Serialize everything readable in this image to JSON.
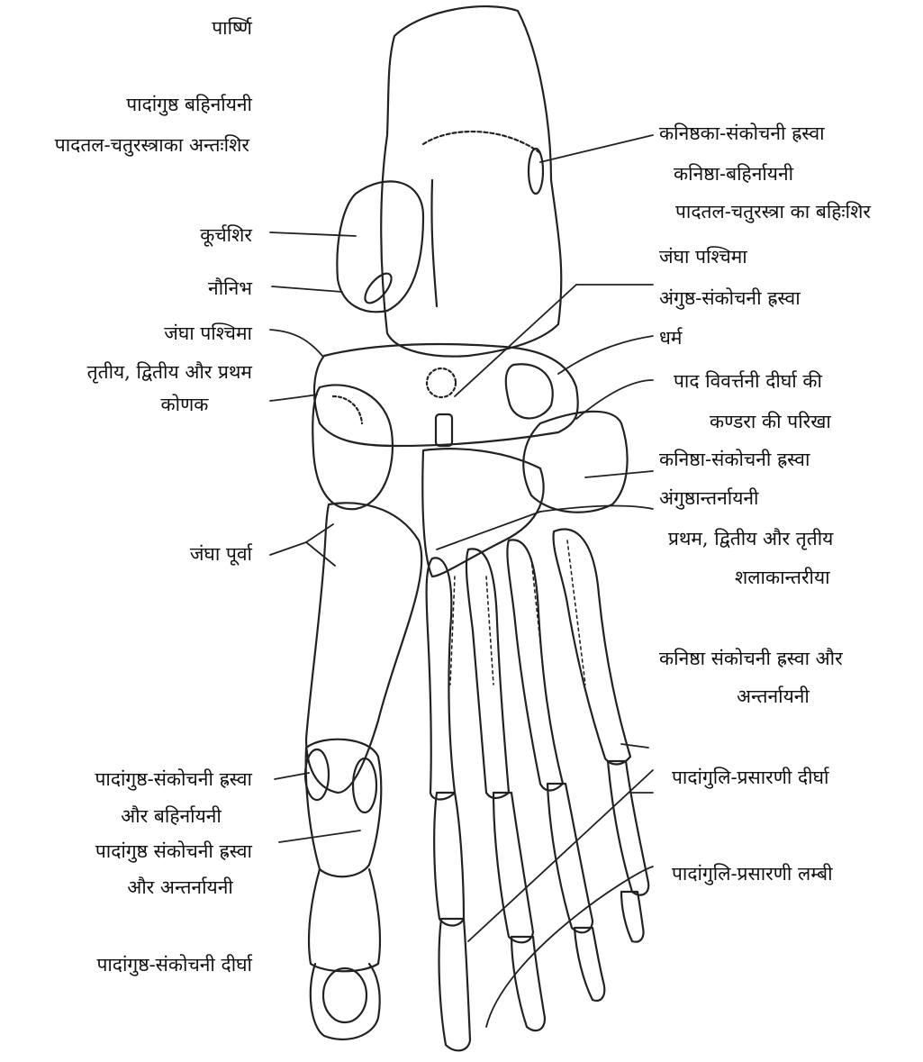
{
  "figure": {
    "labels_left": [
      "पार्ष्णि",
      "पादांगुष्ठ बहिर्नायनी",
      "पादतल-चतुरस्त्राका अन्तःशिर",
      "कूर्चशिर",
      "नौनिभ",
      "जंघा पश्चिमा",
      "तृतीय, द्वितीय और प्रथम",
      "कोणक",
      "जंघा पूर्वा",
      "पादांगुष्ठ-संकोचनी ह्रस्वा",
      "और बहिर्नायनी",
      "पादांगुष्ठ संकोचनी ह्रस्वा",
      "और अन्तर्नायनी",
      "पादांगुष्ठ-संकोचनी दीर्घा"
    ],
    "labels_right": [
      "कनिष्ठका-संकोचनी ह्रस्वा",
      "कनिष्ठा-बहिर्नायनी",
      "पादतल-चतुरस्त्रा का बहिःशिर",
      "जंघा पश्चिमा",
      "अंगुष्ठ-संकोचनी ह्रस्वा",
      "धर्म",
      "पाद विवर्त्तनी दीर्घा की",
      "कण्डरा की परिखा",
      "कनिष्ठा-संकोचनी ह्रस्वा",
      "अंगुष्ठान्तर्नायनी",
      "प्रथम, द्वितीय और तृतीय",
      "शलाकान्तरीया",
      "कनिष्ठा संकोचनी ह्रस्वा और",
      "अन्तर्नायनी",
      "पादांगुलि-प्रसारणी दीर्घा",
      "पादांगुलि-प्रसारणी लम्बी"
    ]
  }
}
